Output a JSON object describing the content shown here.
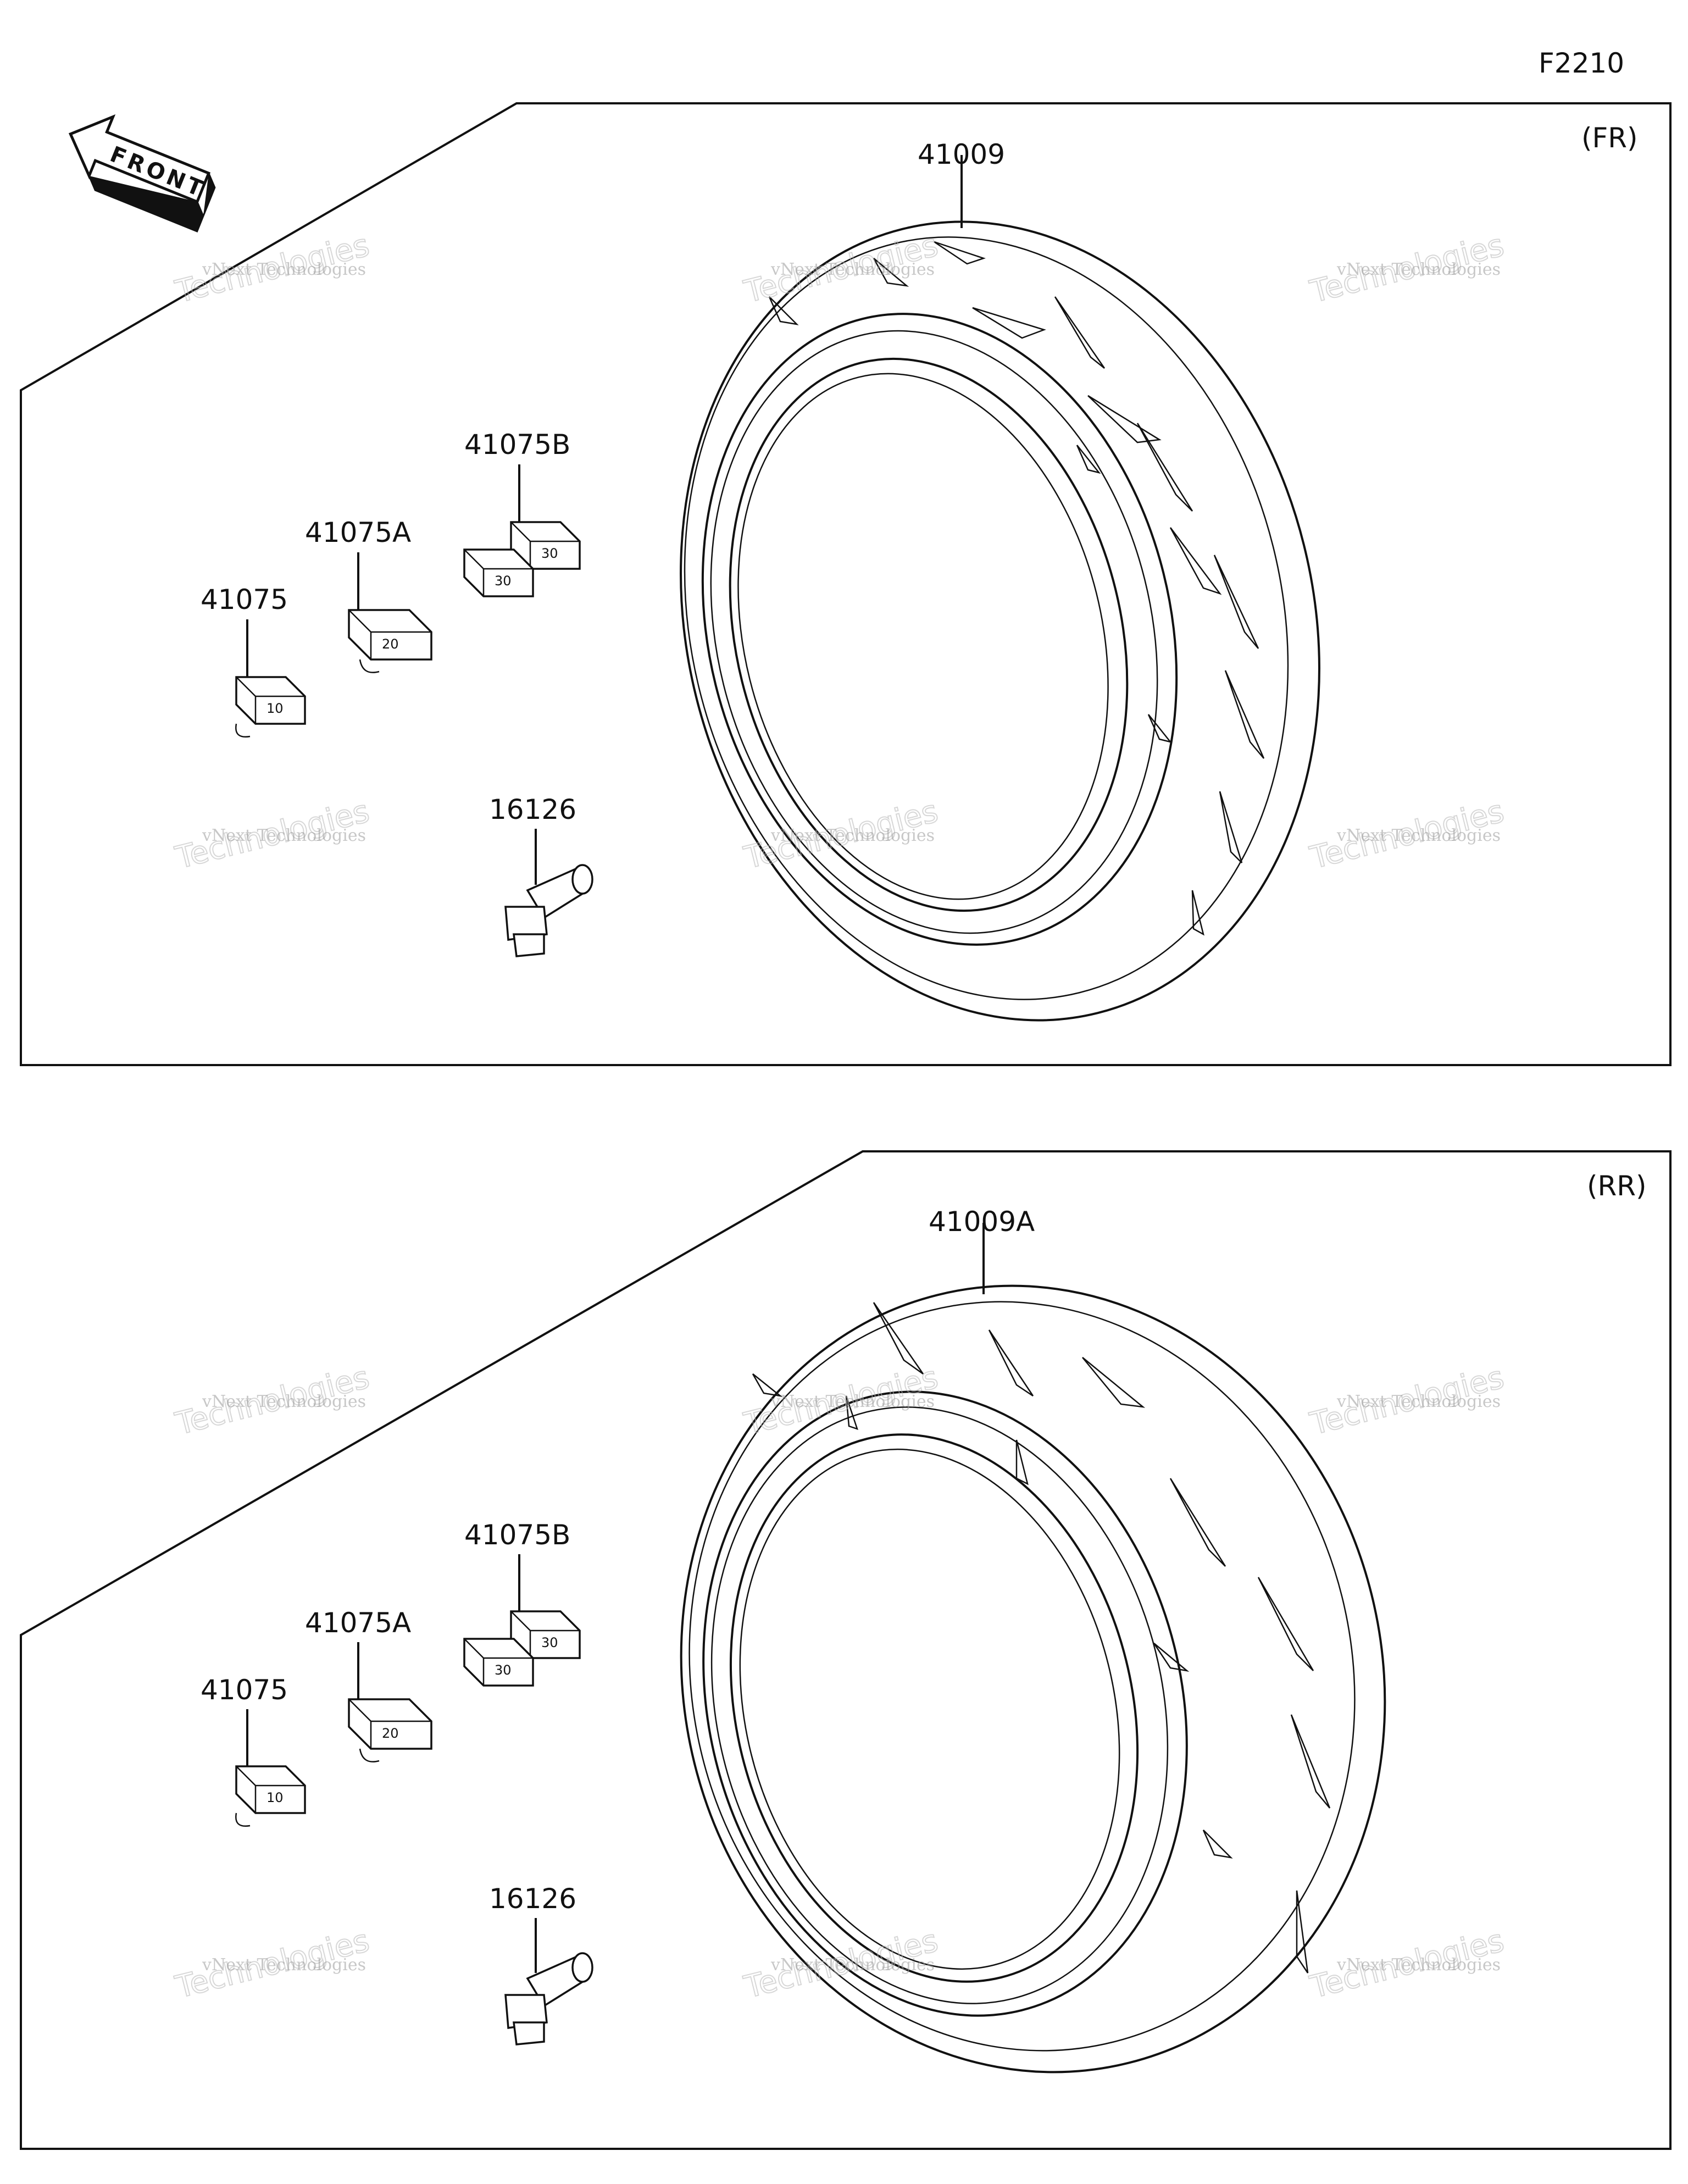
{
  "figure_code": "F2210",
  "front_label": "FRONT",
  "watermark": {
    "line1": "vNext Technologies",
    "line2": "Technologies"
  },
  "panels": [
    {
      "id": "fr",
      "position_tag": "(FR)",
      "parts": {
        "tire": "41009",
        "weight_b": "41075B",
        "weight_a": "41075A",
        "weight": "41075",
        "valve": "16126"
      },
      "weight_marks": {
        "weight": "10",
        "weight_a": "20",
        "weight_b": "30"
      }
    },
    {
      "id": "rr",
      "position_tag": "(RR)",
      "parts": {
        "tire": "41009A",
        "weight_b": "41075B",
        "weight_a": "41075A",
        "weight": "41075",
        "valve": "16126"
      },
      "weight_marks": {
        "weight": "10",
        "weight_a": "20",
        "weight_b": "30"
      }
    }
  ]
}
